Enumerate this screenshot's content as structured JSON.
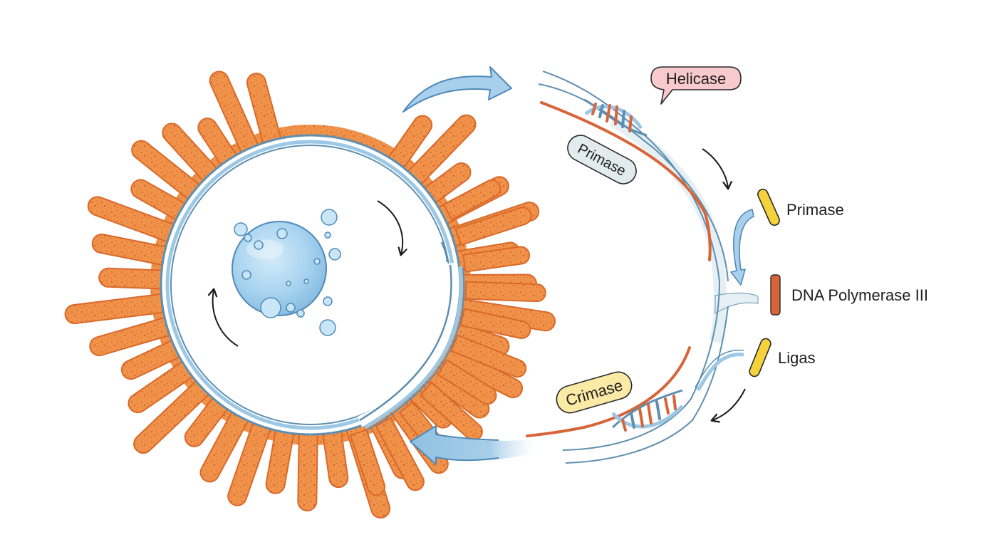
{
  "labels": {
    "helicase": "Helicase",
    "primase_tag": "Primase",
    "crimase_tag": "Crimase",
    "legend_primase": "Primase",
    "legend_polymerase": "DNA Polymerase III",
    "legend_ligase": "Ligas"
  },
  "colors": {
    "villi_fill": "#f0924a",
    "villi_stroke": "#d9692a",
    "membrane": "#5e8fb0",
    "blue_arrow": "#9cc8e6",
    "orange_strand": "#d8643a",
    "yellow_marker": "#f4d23c",
    "helicase_bubble": "#f8c9cd",
    "primase_bubble": "#e2ecee",
    "crimase_bubble": "#fbe9a6",
    "nucleus": "#9ecdee"
  }
}
